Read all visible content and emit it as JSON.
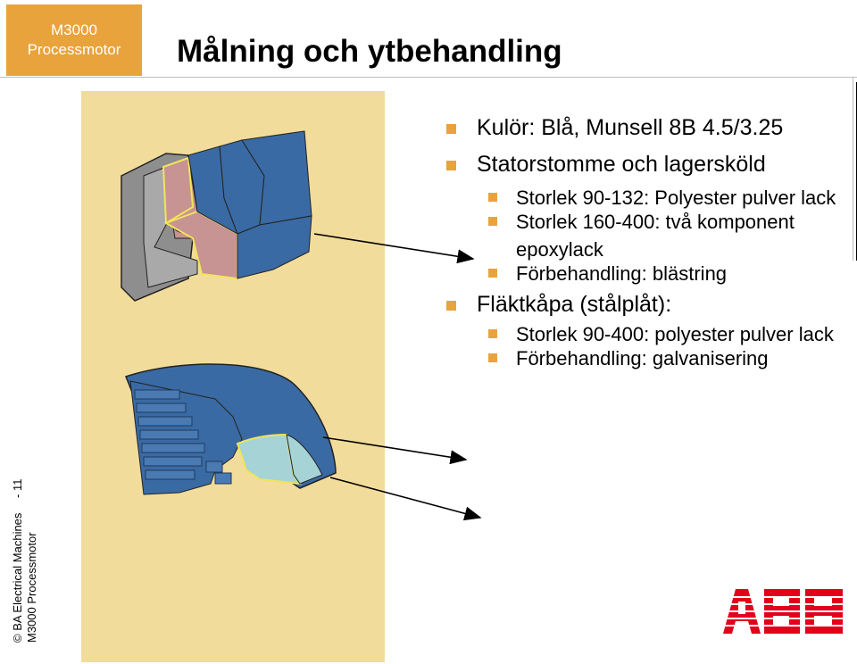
{
  "header": {
    "logo_line1": "M3000",
    "logo_line2": "Processmotor",
    "title": "Målning och ytbehandling"
  },
  "bullets": [
    {
      "text": "Kulör: Blå, Munsell 8B 4.5/3.25",
      "children": []
    },
    {
      "text": "Statorstomme och lagersköld",
      "children": [
        "Storlek 90-132: Polyester pulver lack",
        "Storlek 160-400: två komponent epoxylack",
        "Förbehandling: blästring"
      ]
    },
    {
      "text": "Fläktkåpa (stålplåt):",
      "children": [
        "Storlek 90-400: polyester pulver lack",
        "Förbehandling: galvanisering"
      ]
    }
  ],
  "footer": {
    "copyright_line": "© BA Electrical Machines",
    "page_label": "- 11",
    "product_line": "M3000 Processmotor",
    "brand_logo_text": "ABB"
  },
  "colors": {
    "accent": "#e8a33d",
    "motor_blue": "#3a6aa3",
    "panel_beige": "#f2dc9c",
    "primer_pink": "#c79393",
    "galvanized": "#a6d4d6",
    "brand_red": "#e2001a"
  }
}
